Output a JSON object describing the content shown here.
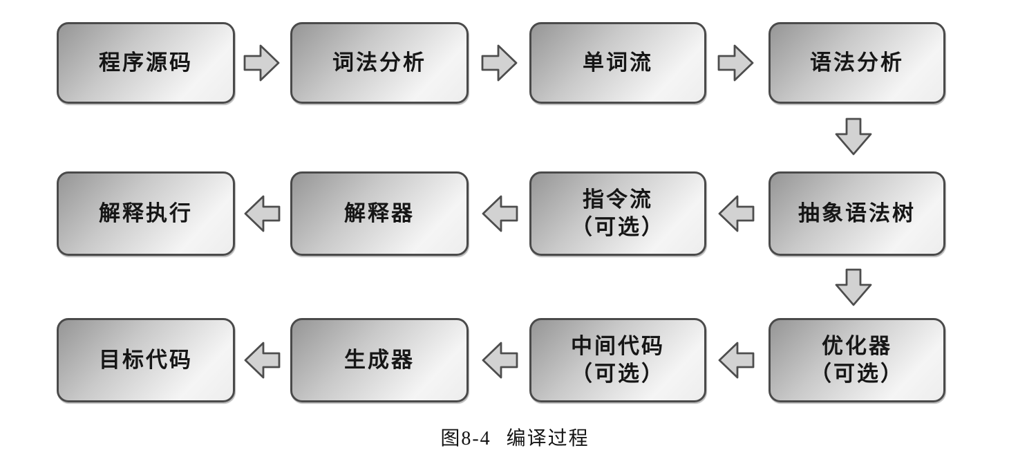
{
  "diagram": {
    "caption": {
      "label": "图8-4",
      "title": "编译过程"
    },
    "nodes": [
      {
        "line1": "程序源码"
      },
      {
        "line1": "词法分析"
      },
      {
        "line1": "单词流"
      },
      {
        "line1": "语法分析"
      },
      {
        "line1": "解释执行"
      },
      {
        "line1": "解释器"
      },
      {
        "line1": "指令流",
        "line2": "（可选）"
      },
      {
        "line1": "抽象语法树"
      },
      {
        "line1": "目标代码"
      },
      {
        "line1": "生成器"
      },
      {
        "line1": "中间代码",
        "line2": "（可选）"
      },
      {
        "line1": "优化器",
        "line2": "（可选）"
      }
    ],
    "edges": [
      {
        "from": "程序源码",
        "to": "词法分析",
        "direction": "right"
      },
      {
        "from": "词法分析",
        "to": "单词流",
        "direction": "right"
      },
      {
        "from": "单词流",
        "to": "语法分析",
        "direction": "right"
      },
      {
        "from": "语法分析",
        "to": "抽象语法树",
        "direction": "down"
      },
      {
        "from": "抽象语法树",
        "to": "指令流（可选）",
        "direction": "left"
      },
      {
        "from": "指令流（可选）",
        "to": "解释器",
        "direction": "left"
      },
      {
        "from": "解释器",
        "to": "解释执行",
        "direction": "left"
      },
      {
        "from": "抽象语法树",
        "to": "优化器（可选）",
        "direction": "down"
      },
      {
        "from": "优化器（可选）",
        "to": "中间代码（可选）",
        "direction": "left"
      },
      {
        "from": "中间代码（可选）",
        "to": "生成器",
        "direction": "left"
      },
      {
        "from": "生成器",
        "to": "目标代码",
        "direction": "left"
      }
    ],
    "colors": {
      "background": "#ffffff",
      "box_border": "#4a4a4a",
      "box_gradient_start": "#969696",
      "box_gradient_end": "#ededed",
      "arrow_fill": "#d2d2d2",
      "arrow_stroke": "#4d4d4d",
      "text": "#161616"
    }
  }
}
